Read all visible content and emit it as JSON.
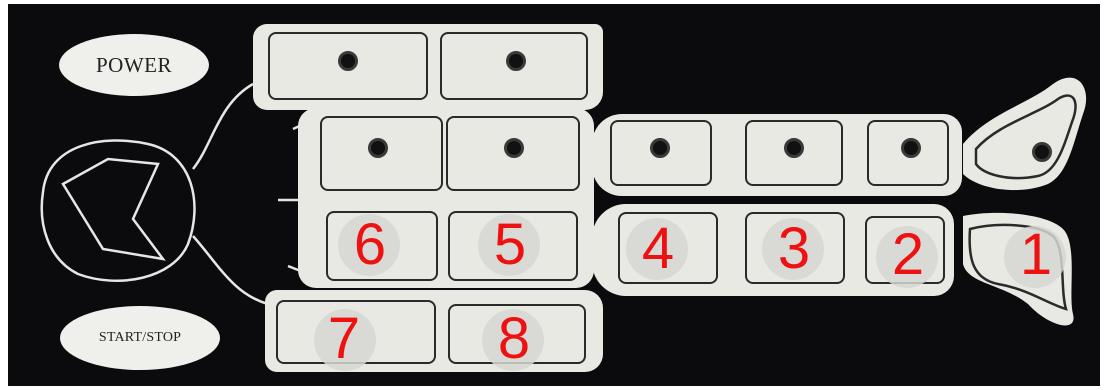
{
  "controls": {
    "power_label": "POWER",
    "start_stop_label": "START/STOP"
  },
  "zones": [
    {
      "id": "zone-1",
      "label": "1"
    },
    {
      "id": "zone-2",
      "label": "2"
    },
    {
      "id": "zone-3",
      "label": "3"
    },
    {
      "id": "zone-4",
      "label": "4"
    },
    {
      "id": "zone-5",
      "label": "5"
    },
    {
      "id": "zone-6",
      "label": "6"
    },
    {
      "id": "zone-7",
      "label": "7"
    },
    {
      "id": "zone-8",
      "label": "8"
    }
  ],
  "colors": {
    "panel_background": "#0b0b0d",
    "chamber_fill": "#e9e9e4",
    "zone_number": "#ee1111"
  }
}
